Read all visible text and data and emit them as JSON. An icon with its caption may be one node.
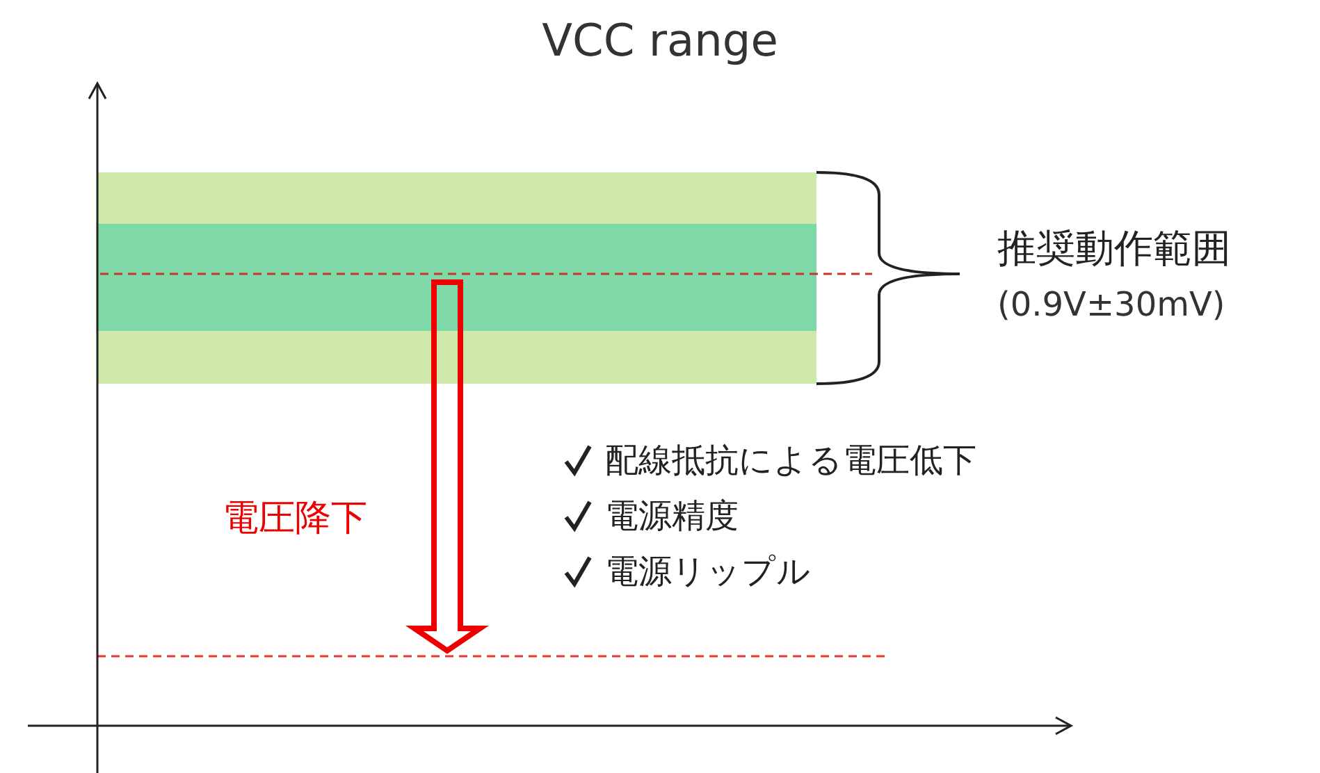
{
  "diagram": {
    "title": "VCC range",
    "labels": [
      "推奨動作範囲",
      "(0.9V±30mV)",
      "電圧降下",
      "配線抵抗による電圧低下",
      "電源精度",
      "電源リップル"
    ]
  }
}
